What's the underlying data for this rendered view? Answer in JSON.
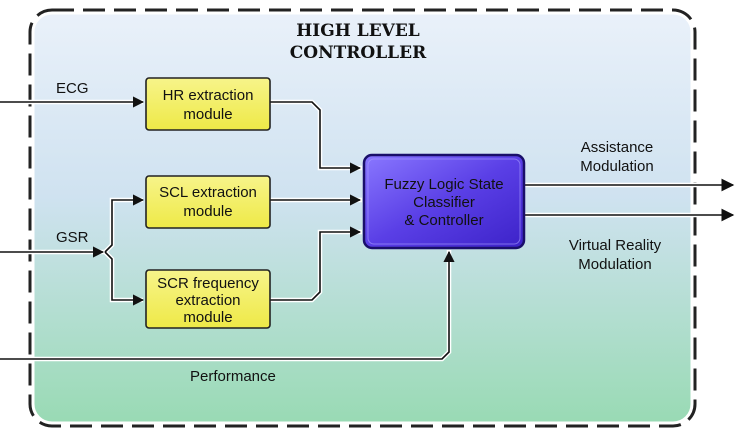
{
  "title": [
    "HIGH LEVEL",
    "CONTROLLER"
  ],
  "colors": {
    "module_fill": "#f2ef5a",
    "controller_fill": "#6a4ff0",
    "background_top": "#e3edf8",
    "background_bottom": "#9ddcb6"
  },
  "modules": {
    "hr": [
      "HR extraction",
      "module"
    ],
    "scl": [
      "SCL extraction",
      "module"
    ],
    "scr": [
      "SCR frequency",
      "extraction",
      "module"
    ]
  },
  "controller": [
    "Fuzzy Logic State",
    "Classifier",
    "& Controller"
  ],
  "inputs": {
    "ecg": "ECG",
    "gsr": "GSR",
    "performance": "Performance"
  },
  "outputs": {
    "assistance": [
      "Assistance",
      "Modulation"
    ],
    "vr": [
      "Virtual Reality",
      "Modulation"
    ]
  }
}
